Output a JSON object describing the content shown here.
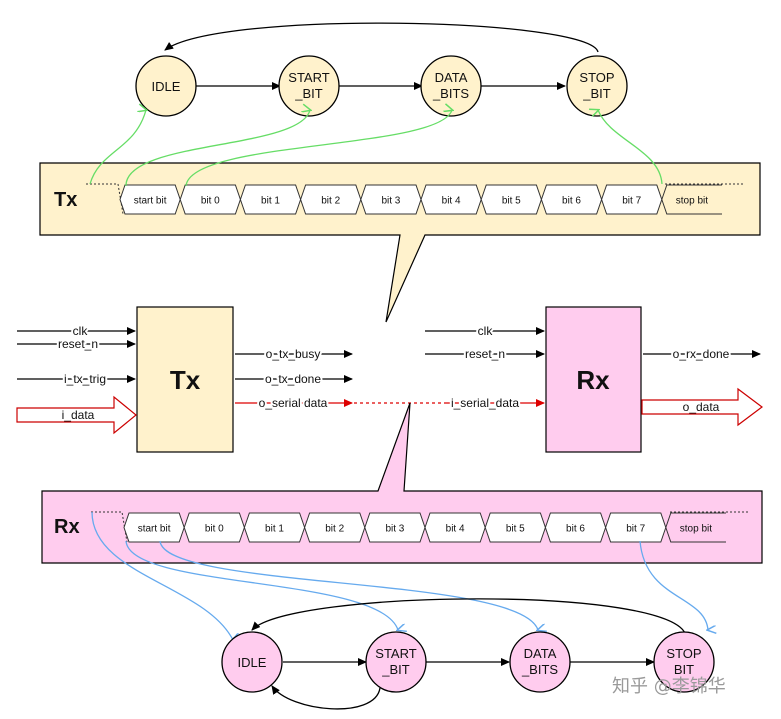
{
  "colors": {
    "tx_fill": "#fff2cc",
    "rx_fill": "#ffccee",
    "tx_arrow": "#66dd66",
    "rx_arrow": "#66aaee",
    "serial": "#dd0000"
  },
  "tx_states": {
    "idle": [
      "IDLE"
    ],
    "start": [
      "START",
      "_BIT"
    ],
    "data": [
      "DATA",
      "_BITS"
    ],
    "stop": [
      "STOP",
      "_BIT"
    ]
  },
  "rx_states": {
    "idle": [
      "IDLE"
    ],
    "start": [
      "START",
      "_BIT"
    ],
    "data": [
      "DATA",
      "_BITS"
    ],
    "stop": [
      "STOP",
      "BIT"
    ]
  },
  "bits": [
    "start bit",
    "bit 0",
    "bit 1",
    "bit 2",
    "bit 3",
    "bit 4",
    "bit 5",
    "bit 6",
    "bit 7",
    "stop bit"
  ],
  "tx_timing": {
    "title": "Tx"
  },
  "rx_timing": {
    "title": "Rx"
  },
  "tx_block": {
    "title": "Tx",
    "inputs": [
      "clk",
      "reset_n",
      "i_tx_trig",
      "i_data"
    ],
    "outputs": [
      "o_tx_busy",
      "o_tx_done",
      "o_serial data"
    ]
  },
  "rx_block": {
    "title": "Rx",
    "inputs": [
      "clk",
      "reset_n",
      "i_serial_data"
    ],
    "outputs": [
      "o_rx_done",
      "o_data"
    ]
  },
  "watermark": "知乎 @李锦华"
}
